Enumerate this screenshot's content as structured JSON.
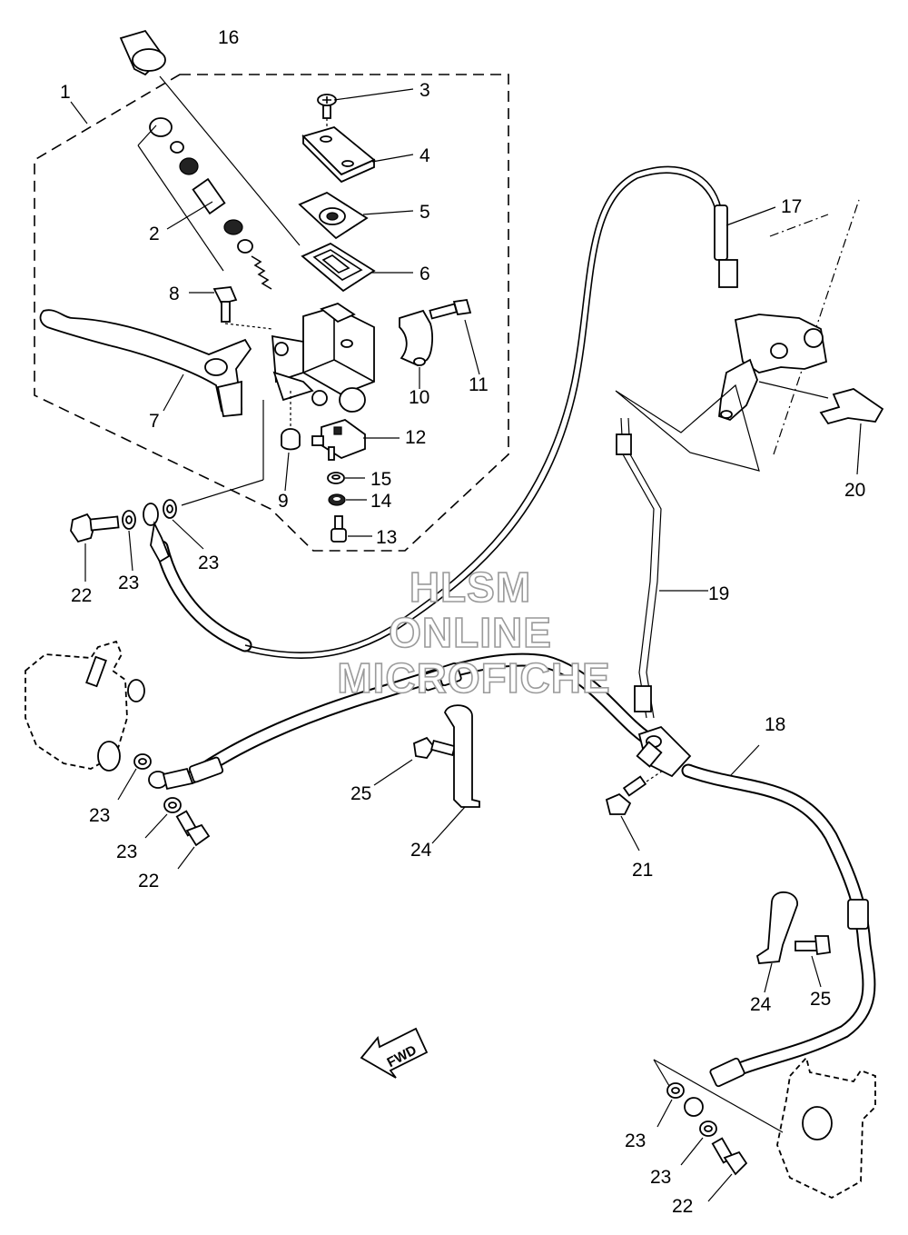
{
  "watermark": {
    "line1": "HLSM",
    "line2": "ONLINE",
    "line3": "MICROFICHE"
  },
  "direction_arrow": {
    "label": "FWD"
  },
  "callouts": {
    "c1": "1",
    "c2": "2",
    "c3": "3",
    "c4": "4",
    "c5": "5",
    "c6": "6",
    "c7": "7",
    "c8": "8",
    "c9": "9",
    "c10": "10",
    "c11": "11",
    "c12": "12",
    "c13": "13",
    "c14": "14",
    "c15": "15",
    "c16": "16",
    "c17": "17",
    "c18": "18",
    "c19": "19",
    "c20": "20",
    "c21": "21",
    "c22a": "22",
    "c22b": "22",
    "c22c": "22",
    "c23a": "23",
    "c23b": "23",
    "c23c": "23",
    "c23d": "23",
    "c23e": "23",
    "c23f": "23",
    "c24a": "24",
    "c24b": "24",
    "c25a": "25",
    "c25b": "25"
  }
}
